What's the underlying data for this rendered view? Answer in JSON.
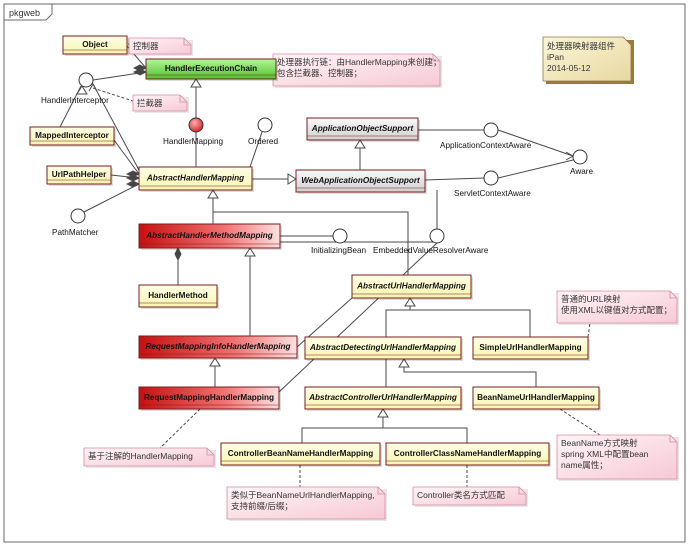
{
  "package": {
    "tab_label": "pkgweb"
  },
  "colors": {
    "class_fill": "#fefecf",
    "class_border": "#7a1f1f",
    "green_fill": "#7ee05a",
    "red_fill": "#e41e1e",
    "gray_fill": "#e6e6e6",
    "note_fill": "#fce4ea",
    "note_border": "#d88aa0",
    "meta_fill": "#f5efc6",
    "meta_shadow": "#9d7a3b",
    "line": "#4a4a4a",
    "interface_red": "#d94f4f",
    "interface_white": "#ffffff"
  },
  "classes": [
    {
      "id": "object",
      "label": "Object",
      "italic": false,
      "style": "normal"
    },
    {
      "id": "handler-execution-chain",
      "label": "HandlerExecutionChain",
      "italic": false,
      "style": "green"
    },
    {
      "id": "mapped-interceptor",
      "label": "MappedInterceptor",
      "italic": false,
      "style": "normal"
    },
    {
      "id": "url-path-helper",
      "label": "UrlPathHelper",
      "italic": false,
      "style": "normal"
    },
    {
      "id": "abstract-handler-mapping",
      "label": "AbstractHandlerMapping",
      "italic": true,
      "style": "normal"
    },
    {
      "id": "application-object-support",
      "label": "ApplicationObjectSupport",
      "italic": true,
      "style": "gray"
    },
    {
      "id": "web-application-object-support",
      "label": "WebApplicationObjectSupport",
      "italic": true,
      "style": "gray"
    },
    {
      "id": "abstract-handler-method-mapping",
      "label": "AbstractHandlerMethodMapping",
      "italic": true,
      "style": "red"
    },
    {
      "id": "handler-method",
      "label": "HandlerMethod",
      "italic": false,
      "style": "normal"
    },
    {
      "id": "abstract-url-handler-mapping",
      "label": "AbstractUrlHandlerMapping",
      "italic": true,
      "style": "normal"
    },
    {
      "id": "request-mapping-info-handler-mapping",
      "label": "RequestMappingInfoHandlerMapping",
      "italic": true,
      "style": "red"
    },
    {
      "id": "abstract-detecting-url-handler-mapping",
      "label": "AbstractDetectingUrlHandlerMapping",
      "italic": true,
      "style": "normal"
    },
    {
      "id": "simple-url-handler-mapping",
      "label": "SimpleUrlHandlerMapping",
      "italic": false,
      "style": "normal"
    },
    {
      "id": "request-mapping-handler-mapping",
      "label": "RequestMappingHandlerMapping",
      "italic": false,
      "style": "red"
    },
    {
      "id": "abstract-controller-url-handler-mapping",
      "label": "AbstractControllerUrlHandlerMapping",
      "italic": true,
      "style": "normal"
    },
    {
      "id": "bean-name-url-handler-mapping",
      "label": "BeanNameUrlHandlerMapping",
      "italic": false,
      "style": "normal"
    },
    {
      "id": "controller-bean-name-handler-mapping",
      "label": "ControllerBeanNameHandlerMapping",
      "italic": false,
      "style": "normal"
    },
    {
      "id": "controller-class-name-handler-mapping",
      "label": "ControllerClassNameHandlerMapping",
      "italic": false,
      "style": "normal"
    }
  ],
  "interfaces": [
    {
      "id": "handler-interceptor",
      "label": "HandlerInterceptor",
      "fill": "white"
    },
    {
      "id": "handler-mapping",
      "label": "HandlerMapping",
      "fill": "red"
    },
    {
      "id": "ordered",
      "label": "Ordered",
      "fill": "white"
    },
    {
      "id": "path-matcher",
      "label": "PathMatcher",
      "fill": "white"
    },
    {
      "id": "application-context-aware",
      "label": "ApplicationContextAware",
      "fill": "white"
    },
    {
      "id": "servlet-context-aware",
      "label": "ServletContextAware",
      "fill": "white"
    },
    {
      "id": "aware",
      "label": "Aware",
      "fill": "white"
    },
    {
      "id": "initializing-bean",
      "label": "InitializingBean",
      "fill": "white"
    },
    {
      "id": "embedded-value-resolver-aware",
      "label": "EmbeddedValueResolverAware",
      "fill": "white"
    }
  ],
  "notes": [
    {
      "id": "note-handler",
      "lines": [
        "控制器"
      ]
    },
    {
      "id": "note-interceptor",
      "lines": [
        "拦截器"
      ]
    },
    {
      "id": "note-chain",
      "lines": [
        "处理器执行链：由HandlerMapping来创建；",
        "包含拦截器、控制器；"
      ]
    },
    {
      "id": "note-simple-url",
      "lines": [
        "普通的URL映射",
        "使用XML以键值对方式配置；"
      ]
    },
    {
      "id": "note-annotation",
      "lines": [
        "基于注解的HandlerMapping"
      ]
    },
    {
      "id": "note-bean-name",
      "lines": [
        "BeanName方式映射",
        "spring XML中配置bean",
        "name属性；"
      ]
    },
    {
      "id": "note-controller-bean-name",
      "lines": [
        "类似于BeanNameUrlHandlerMapping,",
        "支持前缀/后缀；"
      ]
    },
    {
      "id": "note-controller-class-name",
      "lines": [
        "Controller类名方式匹配"
      ]
    }
  ],
  "meta_note": {
    "lines": [
      "处理器映射器组件",
      "iPan",
      "2014-05-12"
    ]
  }
}
